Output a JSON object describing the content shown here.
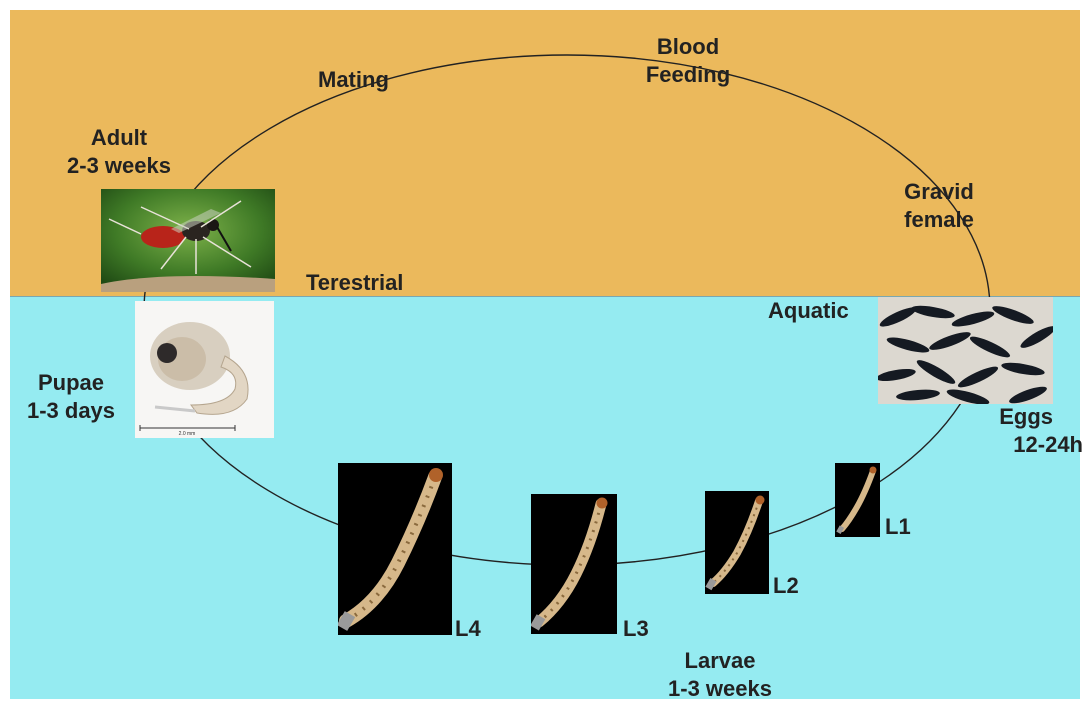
{
  "zones": {
    "terrestrial": {
      "label": "Terestrial",
      "color": "#ebb95c"
    },
    "aquatic": {
      "label": "Aquatic",
      "color": "#95ebf1"
    }
  },
  "stages": {
    "adult": {
      "line1": "Adult",
      "line2": "2-3 weeks"
    },
    "mating": {
      "label": "Mating"
    },
    "blood_feeding": {
      "line1": "Blood",
      "line2": "Feeding"
    },
    "gravid_female": {
      "line1": "Gravid",
      "line2": "female"
    },
    "eggs": {
      "line1": "Eggs",
      "line2": "12-24h"
    },
    "larvae": {
      "line1": "Larvae",
      "line2": "1-3 weeks",
      "instars": [
        "L1",
        "L2",
        "L3",
        "L4"
      ]
    },
    "pupae": {
      "line1": "Pupae",
      "line2": "1-3 days",
      "scale_bar": "2.0 mm"
    }
  }
}
